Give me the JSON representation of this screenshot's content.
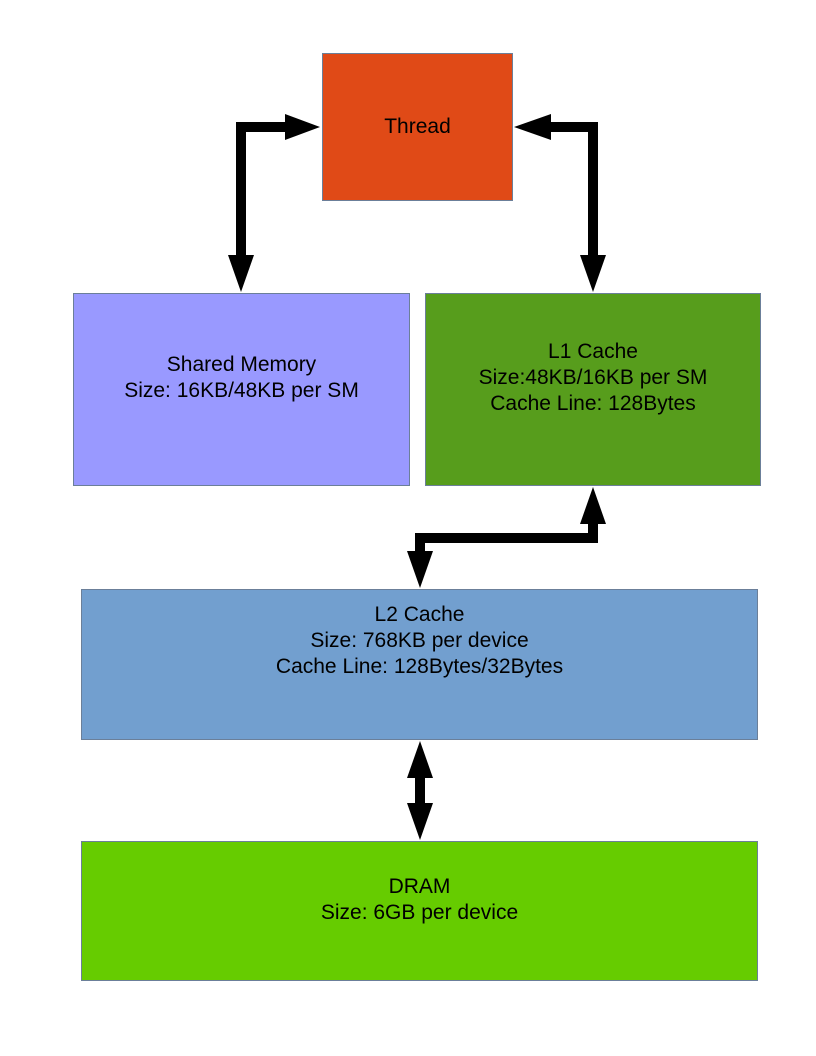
{
  "diagram": {
    "nodes": {
      "thread": {
        "lines": [
          "Thread"
        ],
        "color": "#e04a17"
      },
      "shared_memory": {
        "lines": [
          "Shared Memory",
          "Size: 16KB/48KB per SM"
        ],
        "color": "#9999ff"
      },
      "l1_cache": {
        "lines": [
          "L1 Cache",
          "Size:48KB/16KB per SM",
          "Cache Line: 128Bytes"
        ],
        "color": "#579d1c"
      },
      "l2_cache": {
        "lines": [
          "L2 Cache",
          "Size: 768KB per device",
          "Cache Line: 128Bytes/32Bytes"
        ],
        "color": "#729fcf"
      },
      "dram": {
        "lines": [
          "DRAM",
          "Size: 6GB per device"
        ],
        "color": "#66cc00"
      }
    },
    "edges": [
      {
        "from": "thread",
        "to": "shared_memory",
        "direction": "bidirectional"
      },
      {
        "from": "thread",
        "to": "l1_cache",
        "direction": "bidirectional"
      },
      {
        "from": "l1_cache",
        "to": "l2_cache",
        "direction": "bidirectional"
      },
      {
        "from": "l2_cache",
        "to": "dram",
        "direction": "bidirectional"
      }
    ],
    "arrow_color": "#000000"
  }
}
